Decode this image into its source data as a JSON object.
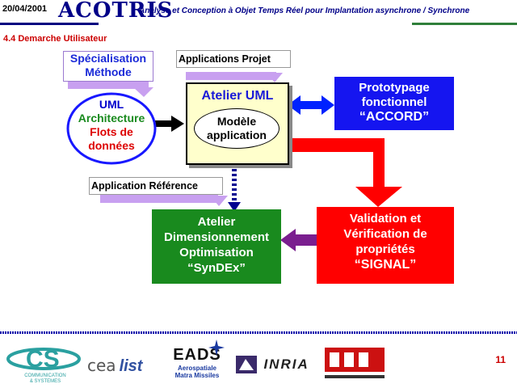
{
  "header": {
    "date": "20/04/2001",
    "logo": "ACOTRIS",
    "subtitle": "Analyse et Conception à Objet Temps Réel pour Implantation asynchrone / Synchrone"
  },
  "section": {
    "title": "4.4 Demarche Utilisateur"
  },
  "notes": {
    "specialisation": [
      "Spécialisation",
      "Méthode"
    ],
    "applications_projet": "Applications Projet",
    "application_reference": "Application Référence"
  },
  "ellipse": {
    "line1": "UML",
    "line2": "Architecture",
    "line3": "Flots de données"
  },
  "atelier_uml": {
    "title": "Atelier UML",
    "inner": [
      "Modèle",
      "application"
    ]
  },
  "prototypage": {
    "lines": [
      "Prototypage",
      "fonctionnel",
      "“ACCORD”"
    ]
  },
  "synDEx": {
    "lines": [
      "Atelier",
      "Dimensionnement",
      "Optimisation",
      "“SynDEx”"
    ]
  },
  "validation": {
    "lines": [
      "Validation et",
      "Vérification de",
      "propriétés",
      "“SIGNAL”"
    ]
  },
  "footer": {
    "logos": [
      "cs-logo",
      "cea-list-logo",
      "eads-logo",
      "inria-logo",
      "cstb-logo"
    ],
    "cs_text": [
      "COMMUNICATION",
      "& SYSTEMES"
    ],
    "cea": "cea",
    "list": "list",
    "eads": "EADS",
    "eads_sub": [
      "Aerospatiale",
      "Matra Missiles"
    ],
    "inria": "INRIA",
    "page_number": "11"
  },
  "colors": {
    "blue": "#0000ff",
    "dark_blue": "#000080",
    "green": "#198a1e",
    "red": "#ff0000",
    "yellow": "#ffffcc",
    "lavender": "#c8a0f0",
    "purple": "#7a1e8f"
  }
}
